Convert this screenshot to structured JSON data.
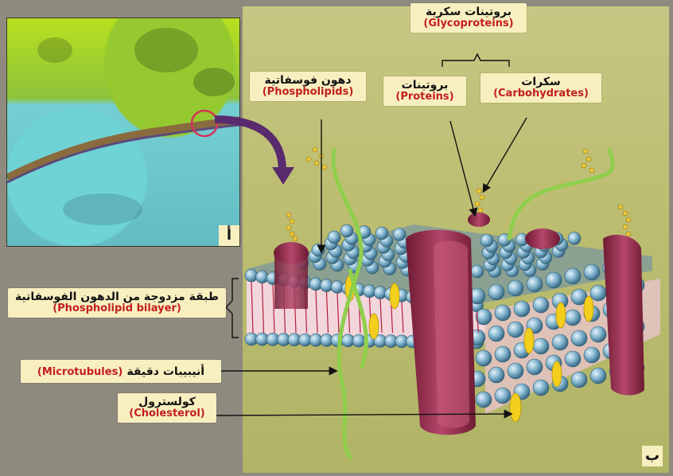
{
  "panels": {
    "a_marker": "أ",
    "b_marker": "ب"
  },
  "labels": {
    "glycoproteins": {
      "ar": "بروتينات سكرية",
      "en": "(Glycoproteins)"
    },
    "phospholipids": {
      "ar": "دهون فوسفاتية",
      "en": "(Phospholipids)"
    },
    "proteins": {
      "ar": "بروتينات",
      "en": "(Proteins)"
    },
    "carbohydrates": {
      "ar": "سكرات",
      "en": "(Carbohydrates)"
    },
    "bilayer": {
      "ar": "طبقة مزدوجة من الدهون الفوسفاتية",
      "en": "(Phospholipid bilayer)"
    },
    "microtubules": {
      "ar": "أنيبيبات دقيقة",
      "en": "(Microtubules)"
    },
    "cholesterol": {
      "ar": "كولسترول",
      "en": "(Cholesterol)"
    }
  },
  "colors": {
    "phosphate_head": "#7fb2cc",
    "protein": "#9b2d4c",
    "cholesterol": "#f3cf1d",
    "microtubule": "#8fcf4c",
    "label_bg": "#f8efc0",
    "english_text": "#c31e1e"
  }
}
